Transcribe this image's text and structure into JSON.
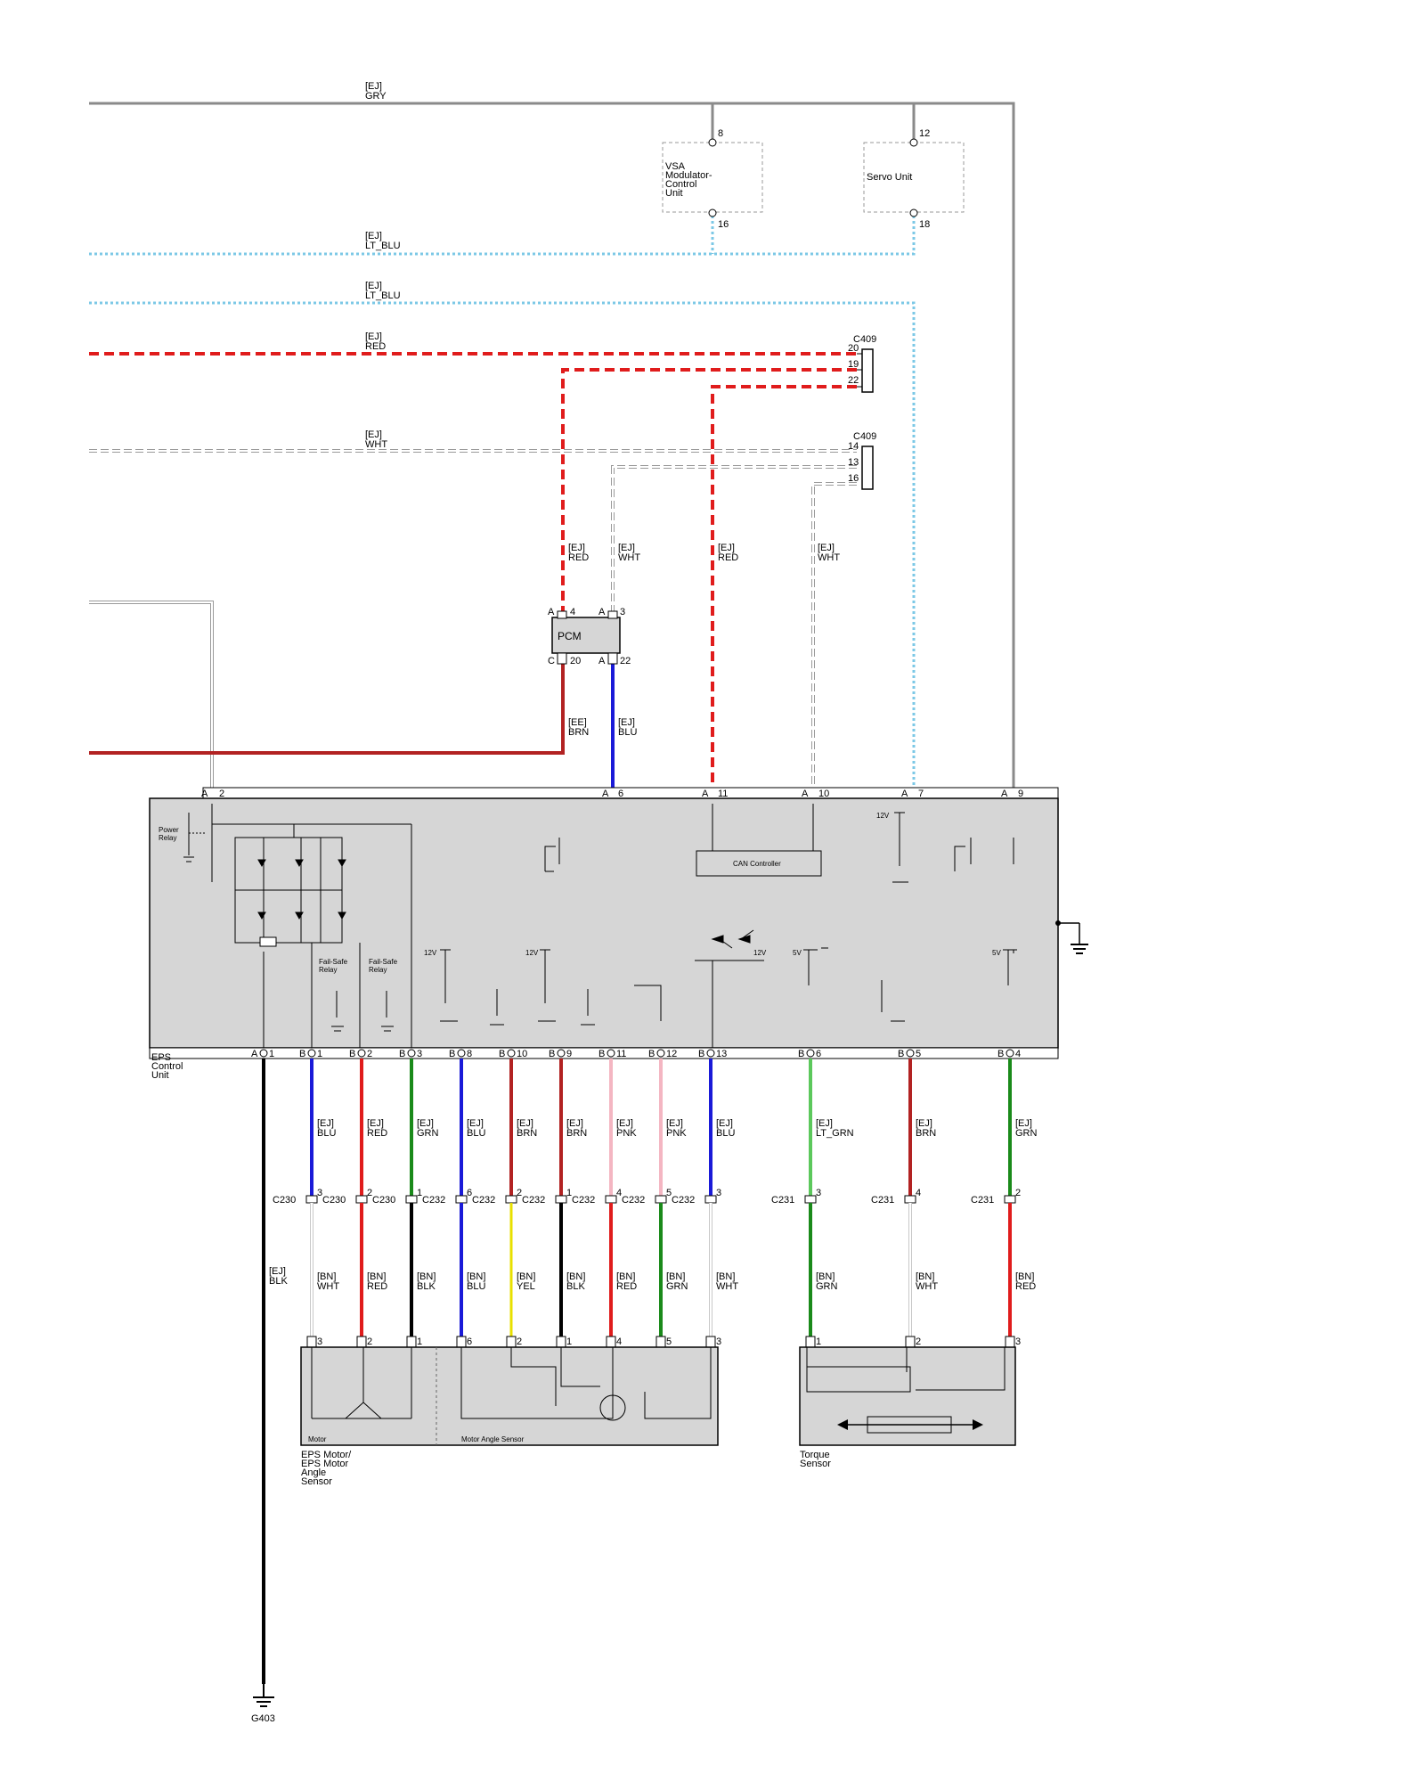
{
  "colors": {
    "gry": "#8a8a8a",
    "lt_blu": "#7cc8e6",
    "red": "#e01c1c",
    "dark_red": "#b22222",
    "brn": "#b22222",
    "wht": "#c8c8c8",
    "blu": "#1a1ad8",
    "grn": "#1a8a1a",
    "lt_grn": "#5cc85c",
    "pnk": "#f4b6c2",
    "yel": "#e8e000",
    "blk": "#000000",
    "module_fill": "#d6d6d6"
  },
  "wires": {
    "w_ej_gry": "[EJ]",
    "w_ej_gry_c": "GRY",
    "w_ej_ltblu1": "[EJ]",
    "w_ej_ltblu1_c": "LT_BLU",
    "w_ej_ltblu2": "[EJ]",
    "w_ej_ltblu2_c": "LT_BLU",
    "w_ej_red_top": "[EJ]",
    "w_ej_red_top_c": "RED",
    "w_ej_wht_top": "[EJ]",
    "w_ej_wht_top_c": "WHT",
    "w_pcm_red": "[EJ]",
    "w_pcm_red_c": "RED",
    "w_pcm_wht": "[EJ]",
    "w_pcm_wht_c": "WHT",
    "w_can_red": "[EJ]",
    "w_can_red_c": "RED",
    "w_can_wht": "[EJ]",
    "w_can_wht_c": "WHT",
    "w_ee_brn": "[EE]",
    "w_ee_brn_c": "BRN",
    "w_ej_blu_pcm": "[EJ]",
    "w_ej_blu_pcm_c": "BLU"
  },
  "components": {
    "vsa": [
      "VSA",
      "Modulator-",
      "Control",
      "Unit"
    ],
    "servo": "Servo Unit",
    "pcm": "PCM",
    "c409": "C409",
    "c409b": "C409",
    "eps": [
      "EPS",
      "Control",
      "Unit"
    ],
    "can": "CAN Controller",
    "power_relay": [
      "Power",
      "Relay"
    ],
    "failsafe1": [
      "Fail-Safe",
      "Relay"
    ],
    "failsafe2": [
      "Fail-Safe",
      "Relay"
    ],
    "motor_label": [
      "EPS Motor/",
      "EPS Motor",
      "Angle",
      "Sensor"
    ],
    "motor_inner": "Motor",
    "angle_inner": "Motor Angle Sensor",
    "torque": [
      "Torque",
      "Sensor"
    ],
    "ground": "G403",
    "v12": "12V",
    "v5": "5V"
  },
  "pins": {
    "vsa_top": "8",
    "vsa_bot": "16",
    "servo_top": "12",
    "servo_bot": "18",
    "c409a": [
      "20",
      "19",
      "22"
    ],
    "c409b": [
      "14",
      "13",
      "16"
    ],
    "pcm_a4": "4",
    "pcm_a3": "3",
    "pcm_c20": "20",
    "pcm_a22": "22",
    "pcm_A": "A",
    "pcm_C": "C"
  },
  "eps_top_pins": [
    {
      "letter": "A",
      "num": "2"
    },
    {
      "letter": "A",
      "num": "6"
    },
    {
      "letter": "A",
      "num": "11"
    },
    {
      "letter": "A",
      "num": "10"
    },
    {
      "letter": "A",
      "num": "7"
    },
    {
      "letter": "A",
      "num": "9"
    }
  ],
  "eps_bottom_pins": [
    {
      "letter": "A",
      "num": "1"
    },
    {
      "letter": "B",
      "num": "1"
    },
    {
      "letter": "B",
      "num": "2"
    },
    {
      "letter": "B",
      "num": "3"
    },
    {
      "letter": "B",
      "num": "8"
    },
    {
      "letter": "B",
      "num": "10"
    },
    {
      "letter": "B",
      "num": "9"
    },
    {
      "letter": "B",
      "num": "11"
    },
    {
      "letter": "B",
      "num": "12"
    },
    {
      "letter": "B",
      "num": "13"
    },
    {
      "letter": "B",
      "num": "6"
    },
    {
      "letter": "B",
      "num": "5"
    },
    {
      "letter": "B",
      "num": "4"
    }
  ],
  "lower_wires": [
    {
      "code": "[EJ]",
      "color": "BLK",
      "conn": "",
      "cpin": "",
      "code2": "",
      "color2": "",
      "mpin": ""
    },
    {
      "code": "[EJ]",
      "color": "BLU",
      "conn": "C230",
      "cpin": "3",
      "code2": "[BN]",
      "color2": "WHT",
      "mpin": "3"
    },
    {
      "code": "[EJ]",
      "color": "RED",
      "conn": "C230",
      "cpin": "2",
      "code2": "[BN]",
      "color2": "RED",
      "mpin": "2"
    },
    {
      "code": "[EJ]",
      "color": "GRN",
      "conn": "C230",
      "cpin": "1",
      "code2": "[BN]",
      "color2": "BLK",
      "mpin": "1"
    },
    {
      "code": "[EJ]",
      "color": "BLU",
      "conn": "C232",
      "cpin": "6",
      "code2": "[BN]",
      "color2": "BLU",
      "mpin": "6"
    },
    {
      "code": "[EJ]",
      "color": "BRN",
      "conn": "C232",
      "cpin": "2",
      "code2": "[BN]",
      "color2": "YEL",
      "mpin": "2"
    },
    {
      "code": "[EJ]",
      "color": "BRN",
      "conn": "C232",
      "cpin": "1",
      "code2": "[BN]",
      "color2": "BLK",
      "mpin": "1"
    },
    {
      "code": "[EJ]",
      "color": "PNK",
      "conn": "C232",
      "cpin": "4",
      "code2": "[BN]",
      "color2": "RED",
      "mpin": "4"
    },
    {
      "code": "[EJ]",
      "color": "PNK",
      "conn": "C232",
      "cpin": "5",
      "code2": "[BN]",
      "color2": "GRN",
      "mpin": "5"
    },
    {
      "code": "[EJ]",
      "color": "BLU",
      "conn": "C232",
      "cpin": "3",
      "code2": "[BN]",
      "color2": "WHT",
      "mpin": "3"
    },
    {
      "code": "[EJ]",
      "color": "LT_GRN",
      "conn": "C231",
      "cpin": "3",
      "code2": "[BN]",
      "color2": "GRN",
      "mpin": "1"
    },
    {
      "code": "[EJ]",
      "color": "BRN",
      "conn": "C231",
      "cpin": "4",
      "code2": "[BN]",
      "color2": "WHT",
      "mpin": "2"
    },
    {
      "code": "[EJ]",
      "color": "GRN",
      "conn": "C231",
      "cpin": "2",
      "code2": "[BN]",
      "color2": "RED",
      "mpin": "3"
    }
  ]
}
